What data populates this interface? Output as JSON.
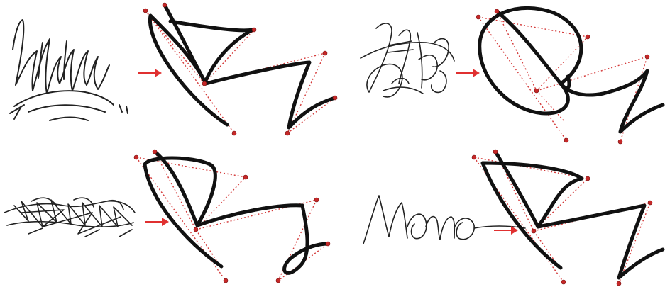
{
  "colors": {
    "ink": "#222222",
    "stroke": "#111111",
    "guide": "#d43a3a",
    "control_point": "#c62828",
    "arrow": "#e03030",
    "background": "#ffffff"
  },
  "panels": [
    {
      "name": "panel-top-left",
      "signature_icon": "handwritten-signature-icon",
      "arrow_icon": "right-arrow-icon",
      "curve_icon": "bezier-stroke-icon"
    },
    {
      "name": "panel-top-right",
      "signature_icon": "handwritten-signature-icon",
      "arrow_icon": "right-arrow-icon",
      "curve_icon": "bezier-stroke-icon"
    },
    {
      "name": "panel-bottom-left",
      "signature_icon": "handwritten-signature-icon",
      "arrow_icon": "right-arrow-icon",
      "curve_icon": "bezier-stroke-icon"
    },
    {
      "name": "panel-bottom-right",
      "signature_icon": "handwritten-signature-icon",
      "arrow_icon": "right-arrow-icon",
      "curve_icon": "bezier-stroke-icon"
    }
  ]
}
